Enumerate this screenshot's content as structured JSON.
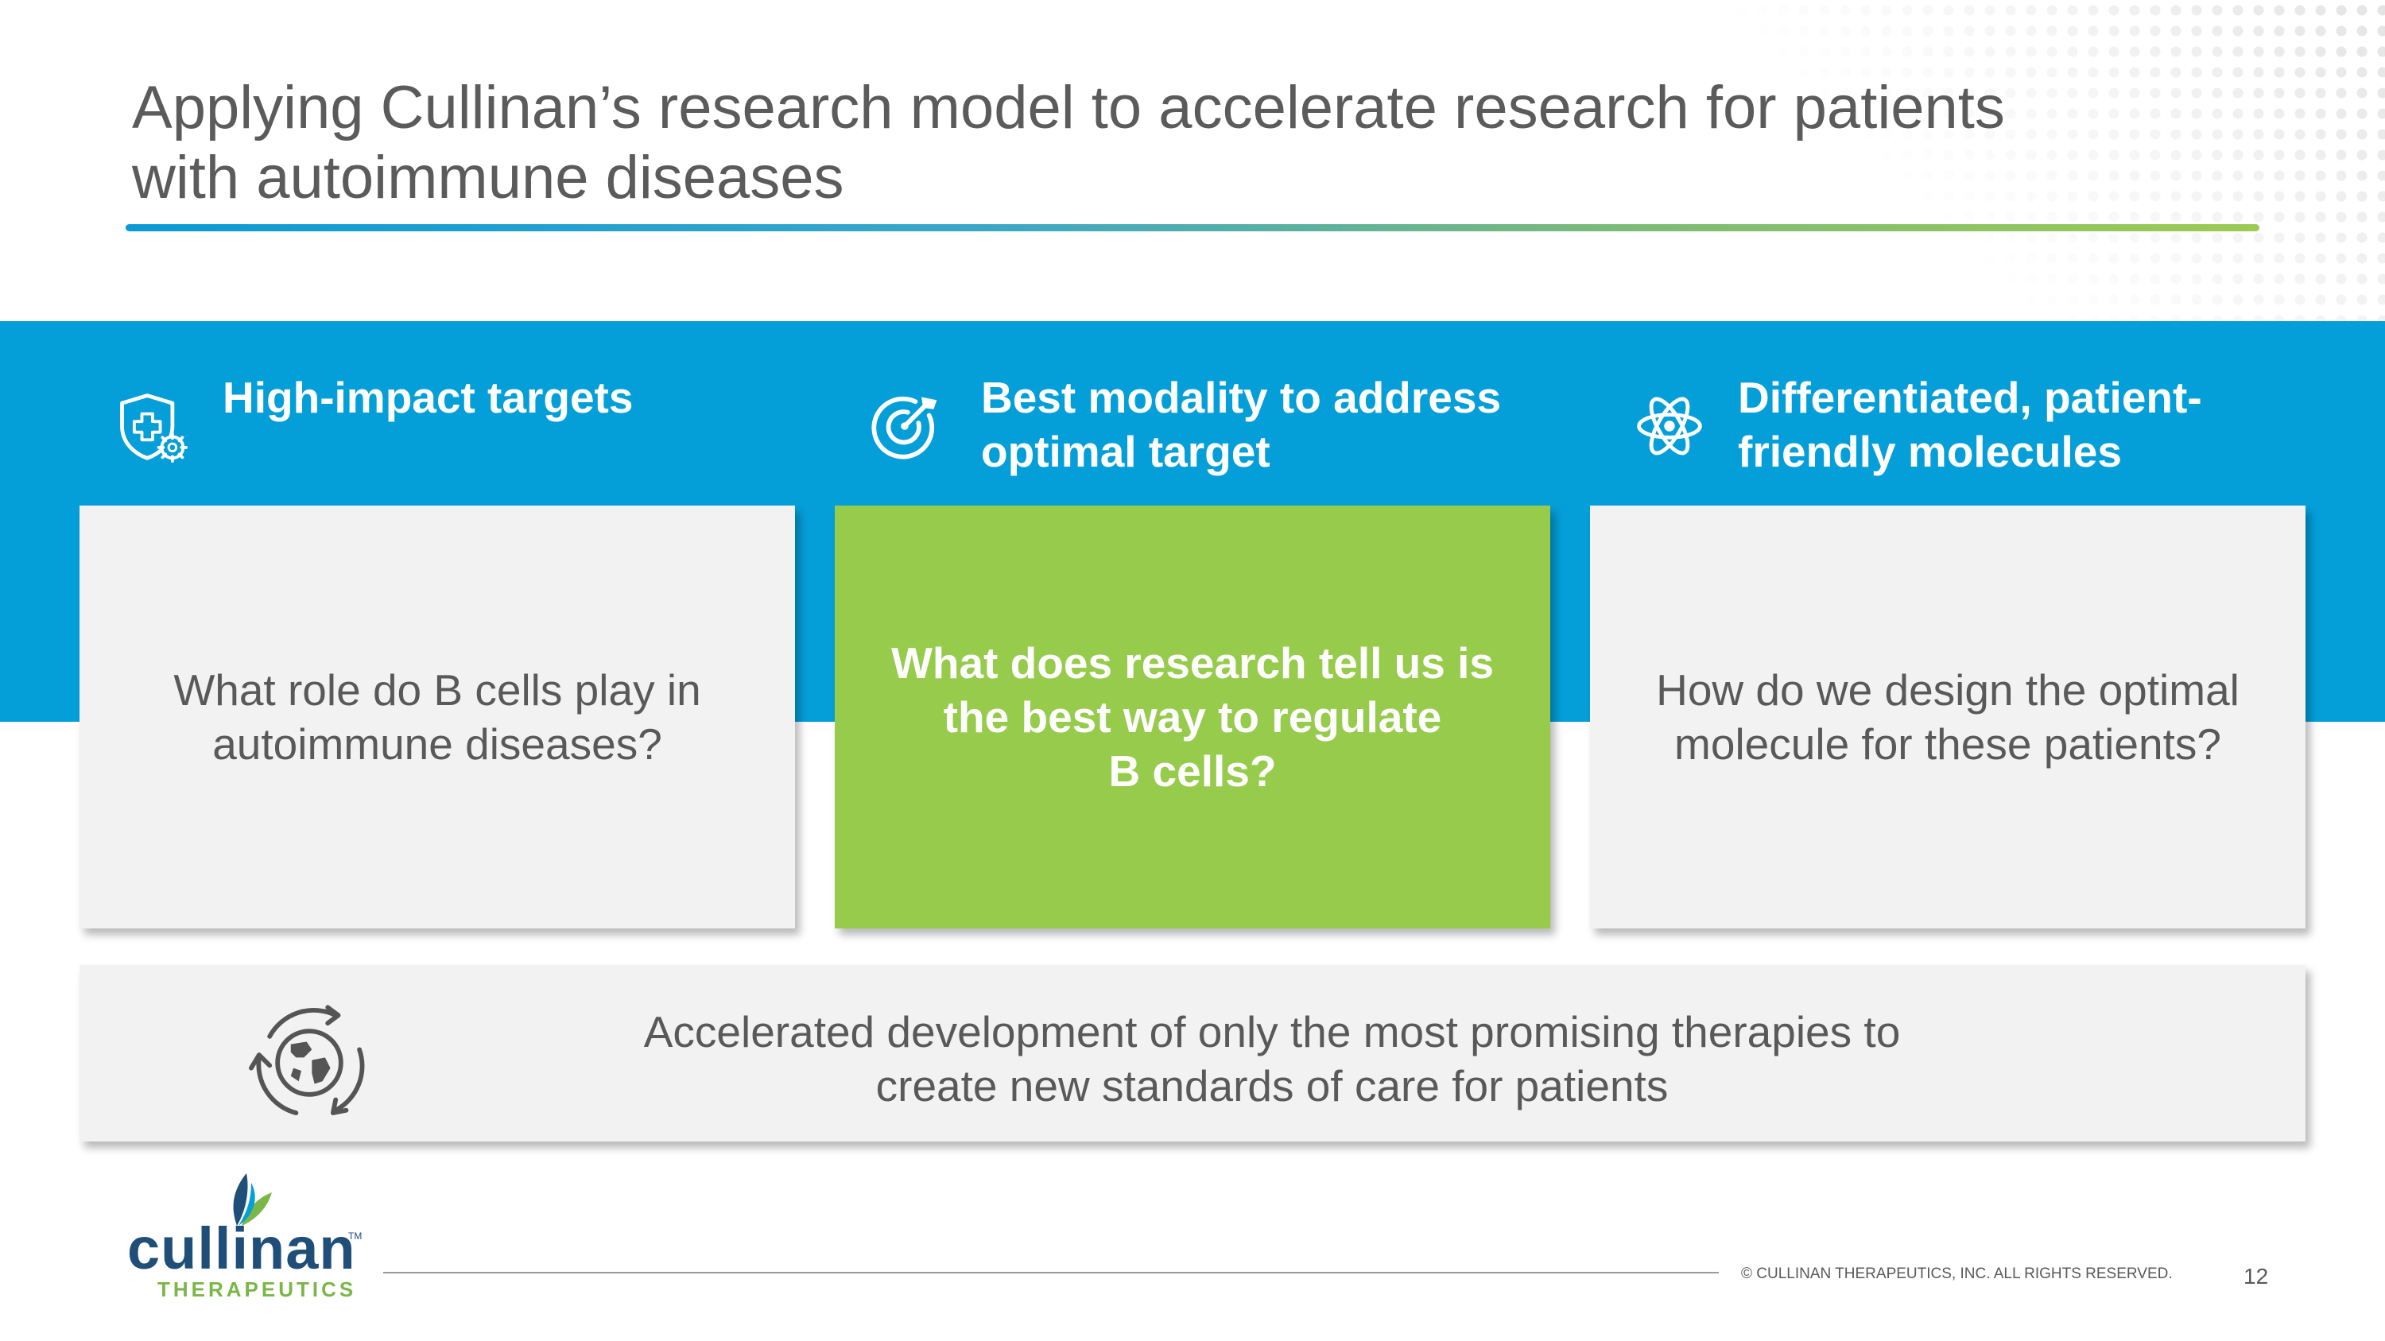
{
  "slide": {
    "title_lines": [
      "Applying Cullinan’s research model to accelerate research for patients",
      "with autoimmune diseases"
    ]
  },
  "columns": [
    {
      "heading_lines": [
        "High-impact targets"
      ],
      "icon": "shield-medical-gear-icon",
      "question_lines": [
        "What role do B cells play in",
        "autoimmune diseases?"
      ],
      "highlight": false
    },
    {
      "heading_lines": [
        "Best modality to address",
        "optimal target"
      ],
      "icon": "target-arrow-icon",
      "question_lines": [
        "What does research tell us is",
        "the best way to regulate",
        "B cells?"
      ],
      "highlight": true
    },
    {
      "heading_lines": [
        "Differentiated, patient-",
        "friendly molecules"
      ],
      "icon": "atom-icon",
      "question_lines": [
        "How do we design the optimal",
        "molecule for these patients?"
      ],
      "highlight": false
    }
  ],
  "bottom": {
    "icon": "globe-cycle-icon",
    "text_lines": [
      "Accelerated development of only the most promising therapies to",
      "create new standards of care for patients"
    ]
  },
  "footer": {
    "logo_word": "cullinan",
    "logo_tm": "TM",
    "logo_sub": "THERAPEUTICS",
    "copyright": "© CULLINAN THERAPEUTICS, INC. ALL RIGHTS RESERVED.",
    "page_number": "12"
  },
  "colors": {
    "accent_blue": "#049fd9",
    "accent_green": "#97cb4c",
    "title_grey": "#5b5b5b",
    "card_grey": "#f2f2f2",
    "logo_navy": "#1f4e79"
  }
}
